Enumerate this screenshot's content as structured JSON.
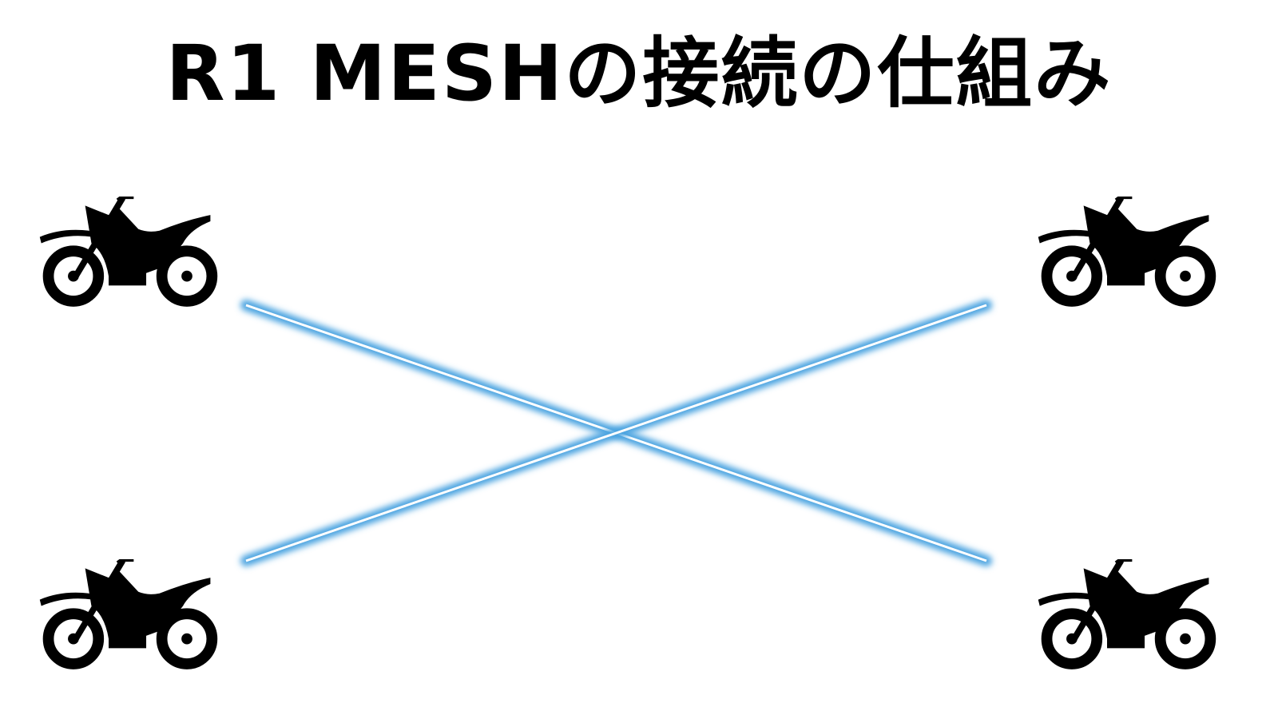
{
  "title": "R1 MESHの接続の仕組み",
  "colors": {
    "glow": "#4aa3e0",
    "line_core": "#ffffff",
    "icon": "#000000",
    "background": "#ffffff"
  },
  "nodes": [
    {
      "id": "top-left",
      "icon": "motorcycle-icon"
    },
    {
      "id": "top-right",
      "icon": "motorcycle-icon"
    },
    {
      "id": "bottom-left",
      "icon": "motorcycle-icon"
    },
    {
      "id": "bottom-right",
      "icon": "motorcycle-icon"
    }
  ],
  "connections": [
    {
      "from": "top-left",
      "to": "top-right"
    },
    {
      "from": "bottom-left",
      "to": "bottom-right"
    },
    {
      "from": "top-left",
      "to": "bottom-left"
    },
    {
      "from": "top-right",
      "to": "bottom-right"
    },
    {
      "from": "top-left",
      "to": "bottom-right"
    },
    {
      "from": "bottom-left",
      "to": "top-right"
    }
  ]
}
